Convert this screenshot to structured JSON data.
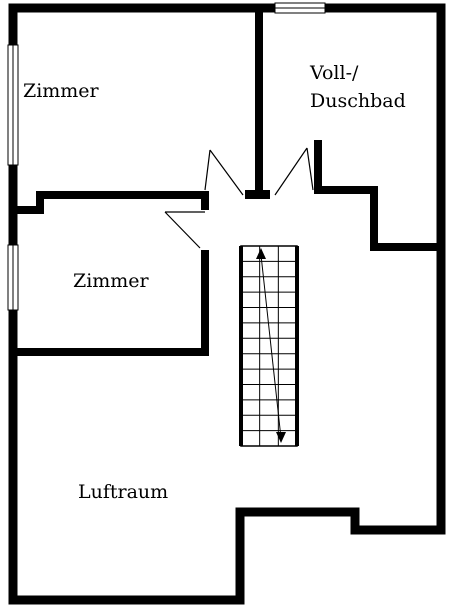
{
  "rooms": {
    "zimmer_top": "Zimmer",
    "zimmer_left": "Zimmer",
    "bath_line1": "Voll-/",
    "bath_line2": "Duschbad",
    "luftraum": "Luftraum"
  },
  "stairs": {
    "steps": 13,
    "columns": 3
  },
  "colors": {
    "wall": "#000000",
    "background": "#ffffff",
    "window": "#ffffff"
  }
}
